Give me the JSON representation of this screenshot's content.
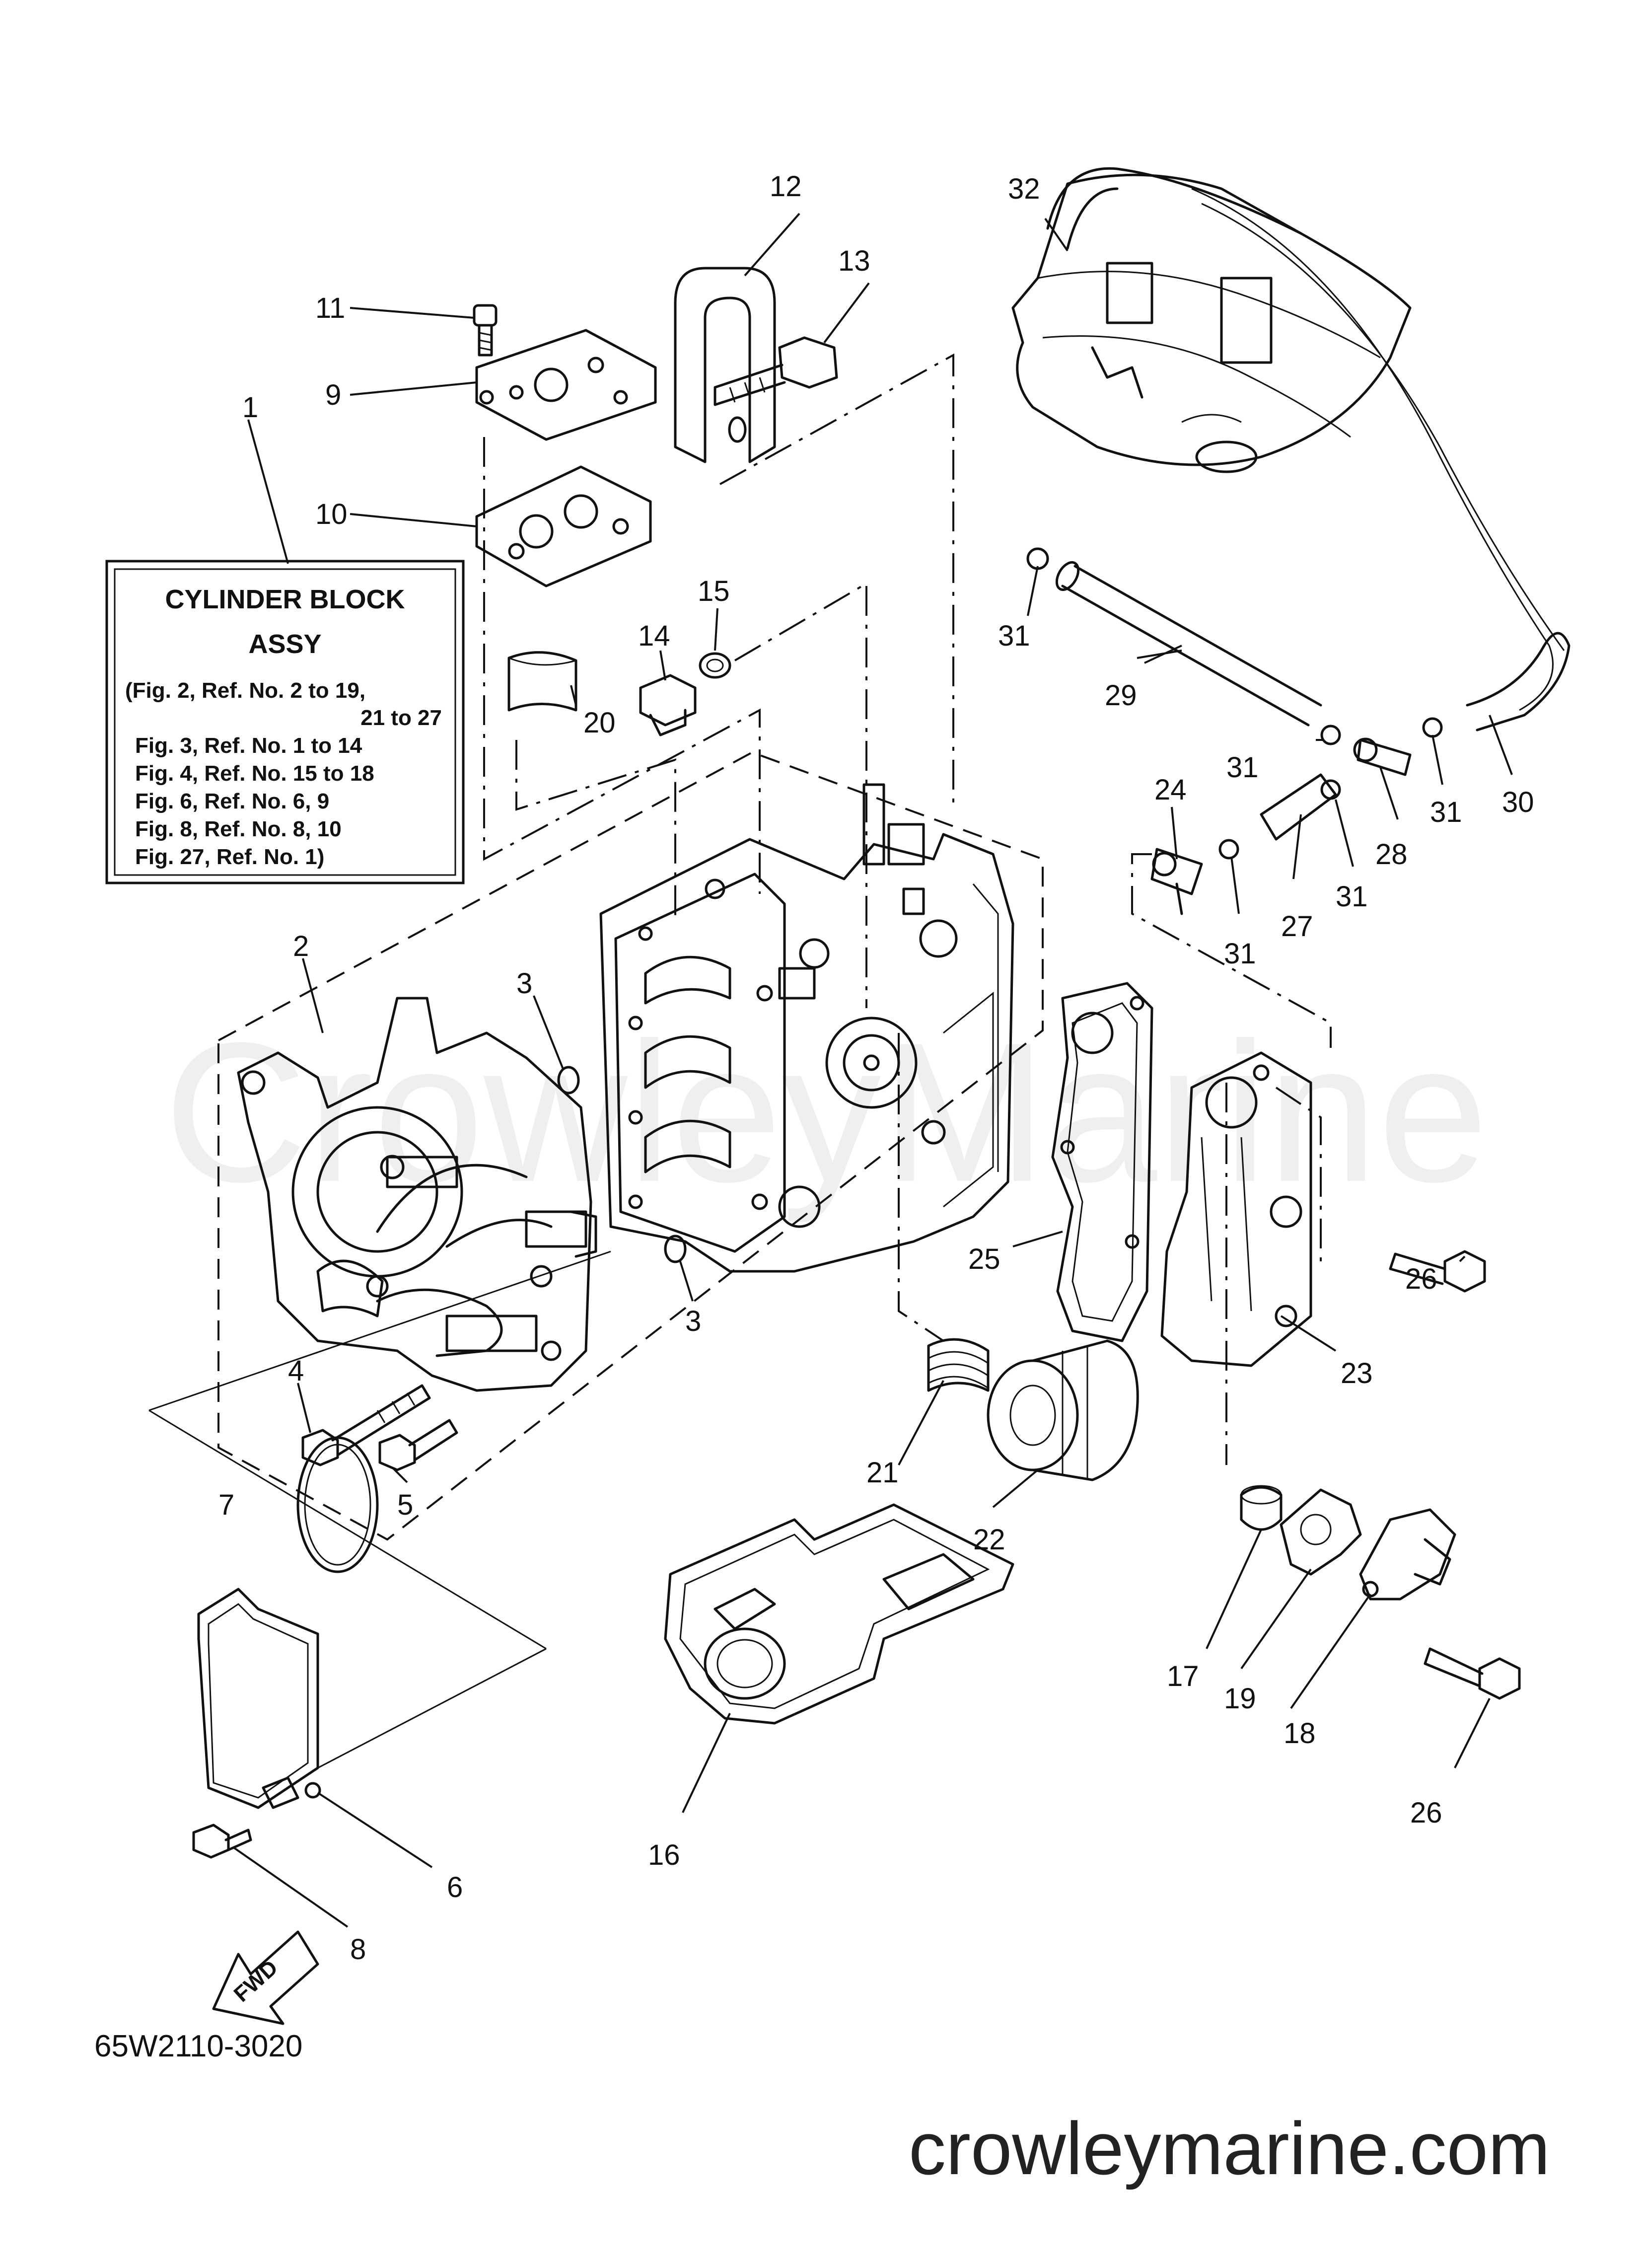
{
  "info_box": {
    "title_line1": "CYLINDER BLOCK",
    "title_line2": "ASSY",
    "lines": [
      "(Fig. 2, Ref. No. 2 to 19,",
      "21 to 27",
      "Fig. 3, Ref. No. 1 to 14",
      "Fig. 4, Ref. No. 15 to 18",
      "Fig. 6, Ref. No. 6, 9",
      "Fig. 8, Ref. No. 8, 10",
      "Fig. 27, Ref. No. 1)"
    ]
  },
  "callouts": [
    "1",
    "2",
    "3",
    "3",
    "4",
    "5",
    "6",
    "7",
    "8",
    "9",
    "10",
    "11",
    "12",
    "13",
    "14",
    "15",
    "16",
    "17",
    "18",
    "19",
    "20",
    "21",
    "22",
    "23",
    "24",
    "25",
    "26",
    "26",
    "27",
    "28",
    "29",
    "30",
    "31",
    "31",
    "31",
    "31",
    "31",
    "32"
  ],
  "fwd_label": "FWD",
  "diagram_code": "65W2110-3020",
  "watermark": "CrowleyMarine",
  "site_footer": "crowleymarine.com"
}
